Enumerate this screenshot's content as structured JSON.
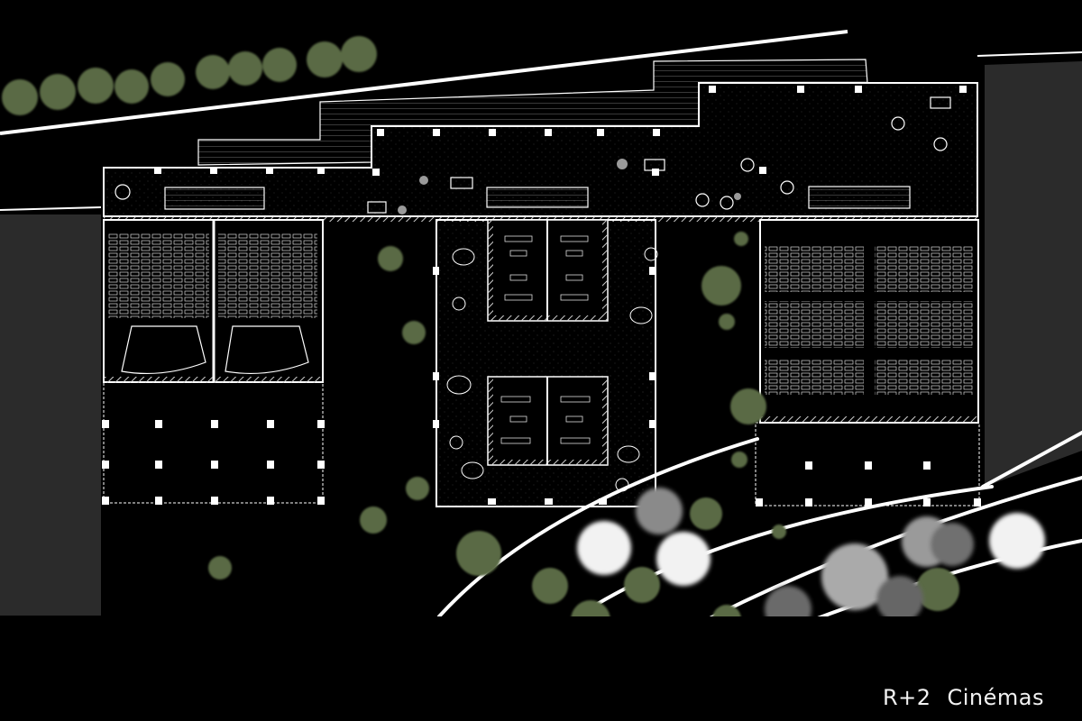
{
  "caption": {
    "level": "R+2",
    "title": "Cinémas"
  },
  "colors": {
    "background": "#000000",
    "lines": "#ffffff",
    "tree": "#5a6b45",
    "light": "#f4f4f4",
    "hatch": "#bbbbbb",
    "side_block": "#2a2a2a"
  },
  "plan": {
    "units": [
      {
        "type": "cinema-hall-pair",
        "icon": "cinema-seats-icon"
      },
      {
        "type": "meeting-rooms",
        "icon": "table-icon"
      },
      {
        "type": "cinema-hall-large",
        "icon": "cinema-seats-icon"
      }
    ]
  }
}
